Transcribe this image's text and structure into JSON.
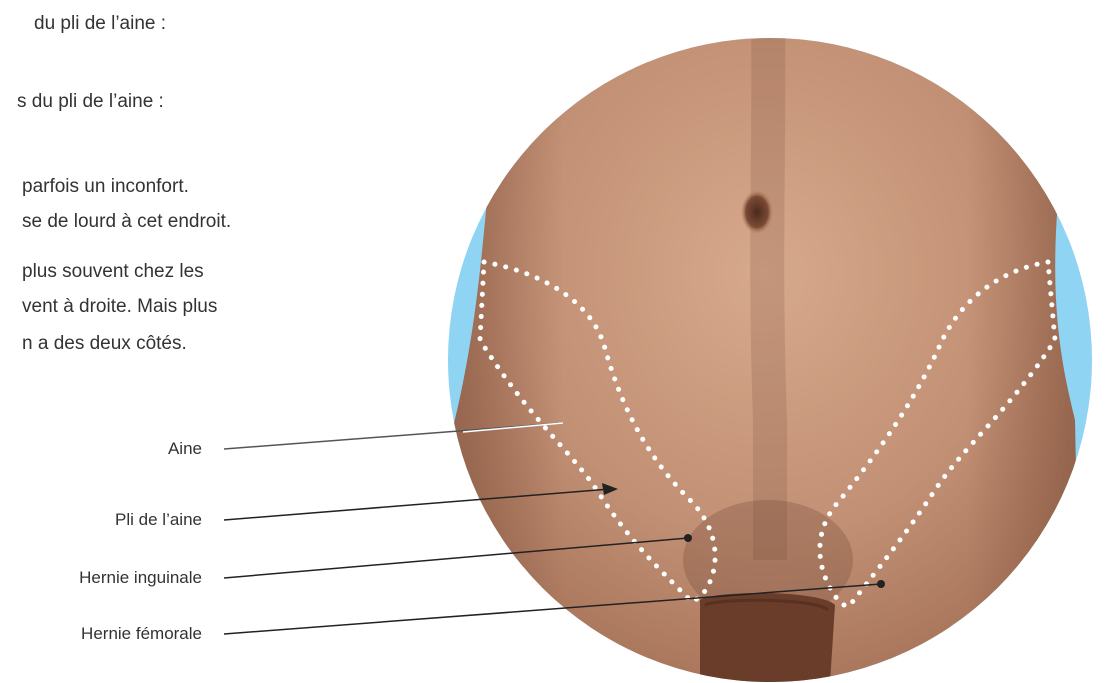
{
  "intro_text": {
    "line_1": "du pli de l’aine :",
    "line_2": "s du pli de l’aine :",
    "line_3": "parfois un inconfort.",
    "line_4": "se de lourd à cet endroit.",
    "line_5": "plus souvent chez les",
    "line_6": "vent à droite. Mais plus",
    "line_7": "n a des deux côtés."
  },
  "labels": {
    "aine": "Aine",
    "pli_aine": "Pli de l’aine",
    "hernie_inguinale": "Hernie inguinale",
    "hernie_femorale": "Hernie fémorale"
  },
  "colors": {
    "accent_circle": "#8fd4f2",
    "skin_light": "#d7a98c",
    "skin_mid": "#b9866a",
    "skin_dark": "#93614b",
    "leader_dark": "#222222",
    "leader_light": "#ffffff",
    "dotted_outline": "#ffffff"
  }
}
